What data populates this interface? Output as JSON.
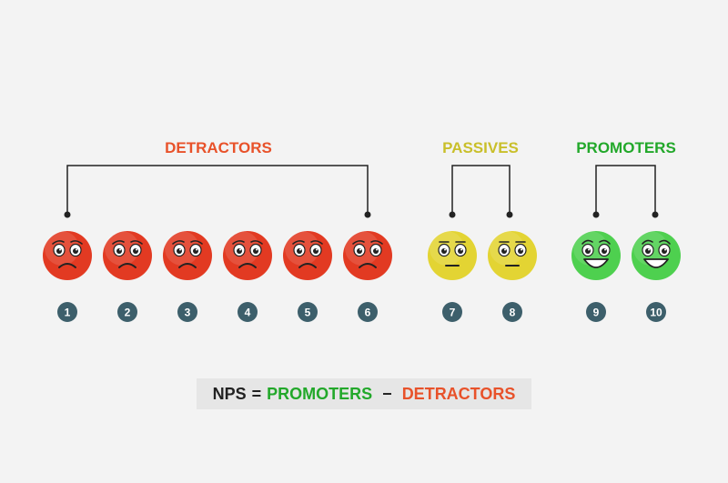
{
  "colors": {
    "detractor": "#e23a22",
    "passive": "#e3d433",
    "promoter": "#4ed04f",
    "detractor_text": "#e8522a",
    "passive_text": "#c9bf2a",
    "promoter_text": "#22a82a",
    "number_badge": "#3d5f6b",
    "bracket": "#222222"
  },
  "groups": [
    {
      "label": "DETRACTORS",
      "color_key": "detractor_text",
      "scores": [
        1,
        2,
        3,
        4,
        5,
        6
      ]
    },
    {
      "label": "PASSIVES",
      "color_key": "passive_text",
      "scores": [
        7,
        8
      ]
    },
    {
      "label": "PROMOTERS",
      "color_key": "promoter_text",
      "scores": [
        9,
        10
      ]
    }
  ],
  "faces": [
    {
      "score": "1",
      "mood": "sad"
    },
    {
      "score": "2",
      "mood": "sad"
    },
    {
      "score": "3",
      "mood": "sad"
    },
    {
      "score": "4",
      "mood": "sad"
    },
    {
      "score": "5",
      "mood": "sad"
    },
    {
      "score": "6",
      "mood": "sad"
    },
    {
      "score": "7",
      "mood": "neutral"
    },
    {
      "score": "8",
      "mood": "neutral"
    },
    {
      "score": "9",
      "mood": "happy"
    },
    {
      "score": "10",
      "mood": "happy"
    }
  ],
  "formula": {
    "nps": "NPS",
    "equals": "=",
    "promoters": "PROMOTERS",
    "minus": "−",
    "detractors": "DETRACTORS"
  }
}
